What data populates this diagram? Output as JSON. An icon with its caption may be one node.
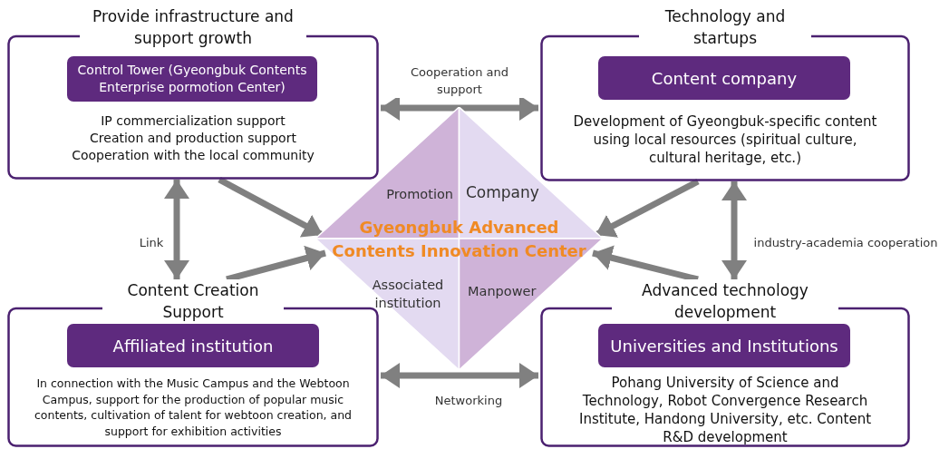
{
  "diagram": {
    "nodes": [
      {
        "text": [
          "Provide infrastructure and support growth",
          "IP commercialization support",
          "Creation and production support",
          "Cooperation with the local community"
        ]
      },
      {
        "text": [
          "Control Tower (Gyeongbuk Contents Enterprise pormotion Center)"
        ],
        "in": 0
      },
      {
        "text": [
          "Technology and startups",
          "Development of Gyeongbuk-specific content using local resources (spiritual culture, cultural heritage, etc.)"
        ]
      },
      {
        "text": [
          "Content company"
        ],
        "in": 2
      },
      {
        "text": [
          "Promotion",
          "Company",
          "Gyeongbuk Advanced Contents Innovation Center",
          "Associated institution",
          "Manpower"
        ]
      },
      {
        "text": [
          "Content Creation Support",
          "In connection with the Music Campus and the Webtoon Campus, support for the production of popular music contents, cultivation of talent for webtoon creation, and support for exhibition activities"
        ]
      },
      {
        "text": [
          "Affiliated institution"
        ],
        "in": 5
      },
      {
        "text": [
          "Advanced technology development",
          "Pohang University of Science and Technology, Robot Convergence Research Institute, Handong University, etc. Content R&D development"
        ]
      },
      {
        "text": [
          "Universities and Institutions"
        ],
        "in": 7
      }
    ],
    "edges": [
      {
        "from": 0,
        "to": 2,
        "arrow": "both",
        "label": "Cooperation and support"
      },
      {
        "from": 0,
        "to": 4,
        "arrow": "to"
      },
      {
        "from": 2,
        "to": 4,
        "arrow": "to"
      },
      {
        "from": 0,
        "to": 5,
        "arrow": "both",
        "label": "Link"
      },
      {
        "from": 2,
        "to": 7,
        "arrow": "both",
        "label": "industry-academia cooperation"
      },
      {
        "from": 5,
        "to": 4,
        "arrow": "to"
      },
      {
        "from": 7,
        "to": 4,
        "arrow": "to"
      },
      {
        "from": 5,
        "to": 7,
        "arrow": "both",
        "label": "Networking"
      }
    ]
  }
}
